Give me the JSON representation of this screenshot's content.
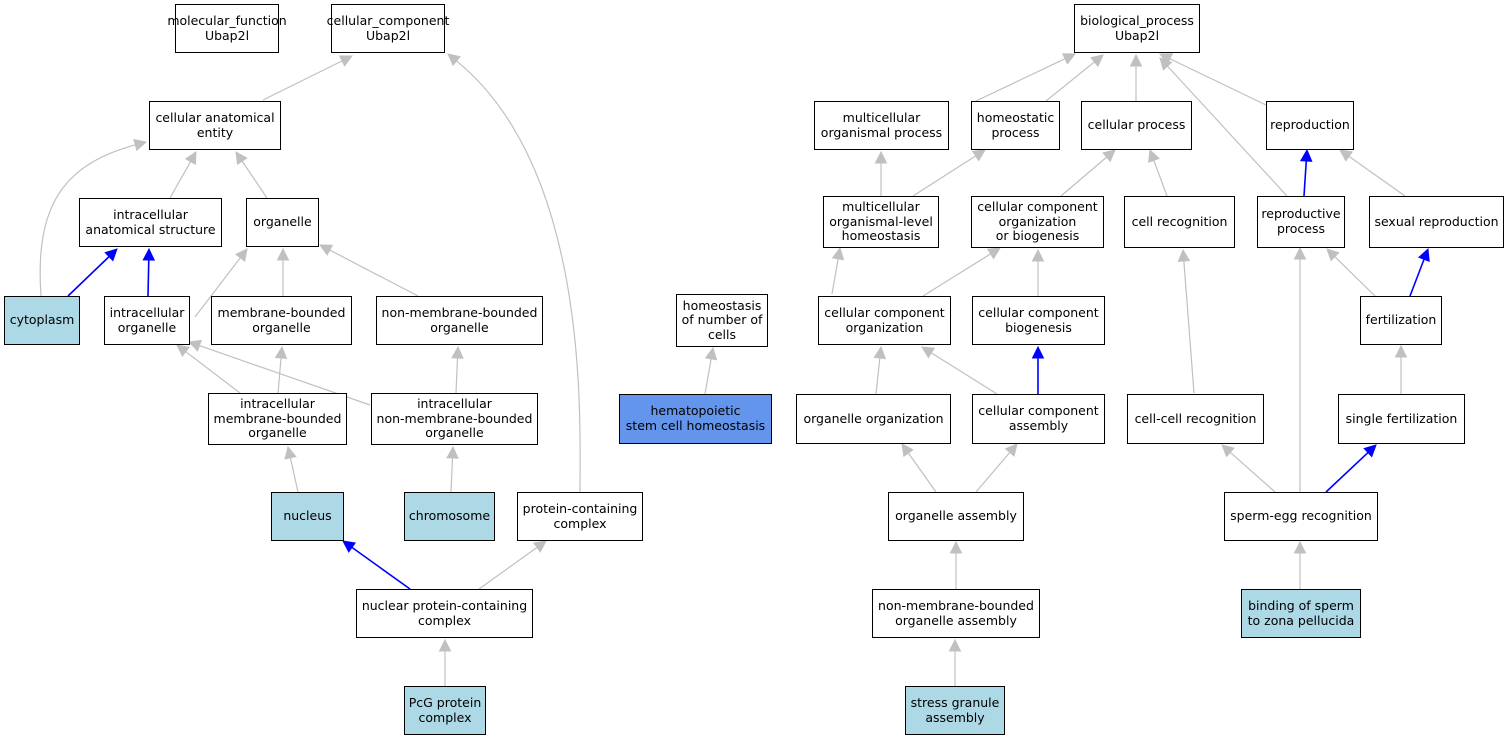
{
  "colors": {
    "edge_default": "#c0c0c0",
    "edge_highlight": "#0000ff",
    "node_fill": "#ffffff",
    "node_light": "#add8e6",
    "node_dark": "#6495ed",
    "node_border": "#000000"
  },
  "nodes": {
    "mf_root": {
      "label": "molecular_function\nUbap2l"
    },
    "cc_root": {
      "label": "cellular_component\nUbap2l"
    },
    "bp_root": {
      "label": "biological_process\nUbap2l"
    },
    "cell_anat": {
      "label": "cellular anatomical\nentity"
    },
    "intra_anat": {
      "label": "intracellular\nanatomical structure"
    },
    "organelle": {
      "label": "organelle"
    },
    "cytoplasm": {
      "label": "cytoplasm"
    },
    "intra_org": {
      "label": "intracellular\norganelle"
    },
    "mem_org": {
      "label": "membrane-bounded\norganelle"
    },
    "nonmem_org": {
      "label": "non-membrane-bounded\norganelle"
    },
    "intra_mem_org": {
      "label": "intracellular\nmembrane-bounded\norganelle"
    },
    "intra_nonmem_org": {
      "label": "intracellular\nnon-membrane-bounded\norganelle"
    },
    "nucleus": {
      "label": "nucleus"
    },
    "chromosome": {
      "label": "chromosome"
    },
    "prot_complex": {
      "label": "protein-containing\ncomplex"
    },
    "nuc_prot_complex": {
      "label": "nuclear protein-containing\ncomplex"
    },
    "pcg": {
      "label": "PcG protein\ncomplex"
    },
    "multi_proc": {
      "label": "multicellular\norganismal process"
    },
    "homeo_proc": {
      "label": "homeostatic\nprocess"
    },
    "cell_proc": {
      "label": "cellular process"
    },
    "reproduction": {
      "label": "reproduction"
    },
    "multi_homeo": {
      "label": "multicellular\norganismal-level\nhomeostasis"
    },
    "cc_org_bio": {
      "label": "cellular component\norganization\nor biogenesis"
    },
    "cell_recog": {
      "label": "cell recognition"
    },
    "repro_proc": {
      "label": "reproductive\nprocess"
    },
    "sex_repro": {
      "label": "sexual reproduction"
    },
    "homeo_num": {
      "label": "homeostasis\nof number of\ncells"
    },
    "cc_org": {
      "label": "cellular component\norganization"
    },
    "cc_bio": {
      "label": "cellular component\nbiogenesis"
    },
    "fertilization": {
      "label": "fertilization"
    },
    "hsc_homeo": {
      "label": "hematopoietic\nstem cell homeostasis"
    },
    "org_org": {
      "label": "organelle organization"
    },
    "cc_assembly": {
      "label": "cellular component\nassembly"
    },
    "cc_recog": {
      "label": "cell-cell recognition"
    },
    "single_fert": {
      "label": "single fertilization"
    },
    "org_assembly": {
      "label": "organelle assembly"
    },
    "sperm_egg": {
      "label": "sperm-egg recognition"
    },
    "nonmem_assembly": {
      "label": "non-membrane-bounded\norganelle assembly"
    },
    "binding_zp": {
      "label": "binding of sperm\nto zona pellucida"
    },
    "stress_granule": {
      "label": "stress granule\nassembly"
    }
  }
}
